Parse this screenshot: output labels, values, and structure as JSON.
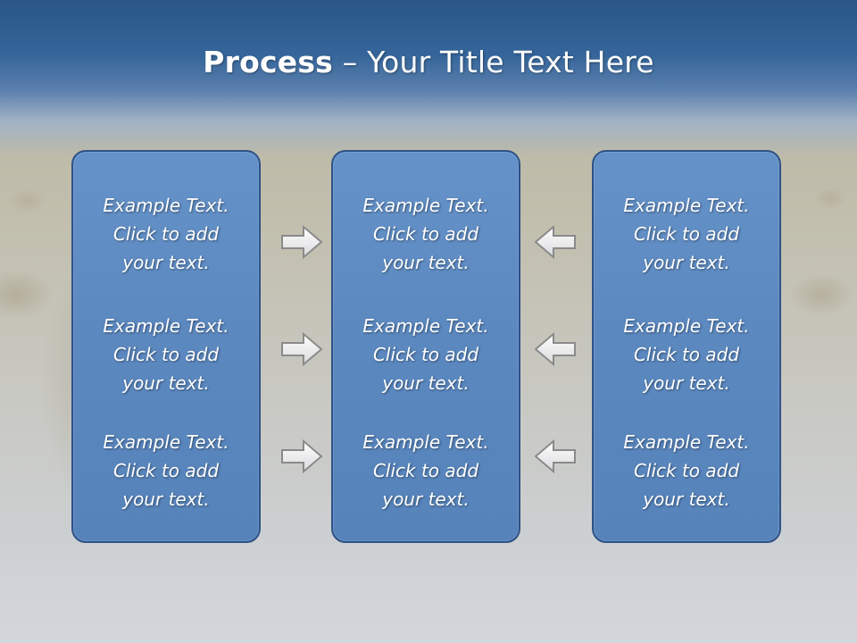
{
  "slide": {
    "title_bold": "Process",
    "title_rest": " – Your Title Text Here"
  },
  "columns": [
    {
      "entries": [
        {
          "line1": "Example Text.",
          "line2": "Click  to add",
          "line3": "your text."
        },
        {
          "line1": "Example Text.",
          "line2": "Click  to add",
          "line3": "your text."
        },
        {
          "line1": "Example Text.",
          "line2": "Click  to add",
          "line3": "your text."
        }
      ]
    },
    {
      "entries": [
        {
          "line1": "Example Text.",
          "line2": "Click  to add",
          "line3": "your text."
        },
        {
          "line1": "Example Text.",
          "line2": "Click  to add",
          "line3": "your text."
        },
        {
          "line1": "Example Text.",
          "line2": "Click  to add",
          "line3": "your text."
        }
      ]
    },
    {
      "entries": [
        {
          "line1": "Example Text.",
          "line2": "Click  to add",
          "line3": "your text."
        },
        {
          "line1": "Example Text.",
          "line2": "Click  to add",
          "line3": "your text."
        },
        {
          "line1": "Example Text.",
          "line2": "Click  to add",
          "line3": "your text."
        }
      ]
    }
  ],
  "arrows": {
    "left_group": "right-arrow-icon",
    "right_group": "left-arrow-icon"
  },
  "colors": {
    "header": "#2a5687",
    "box_fill": "#5b88bf",
    "box_border": "#2e5287",
    "text": "#ffffff"
  }
}
